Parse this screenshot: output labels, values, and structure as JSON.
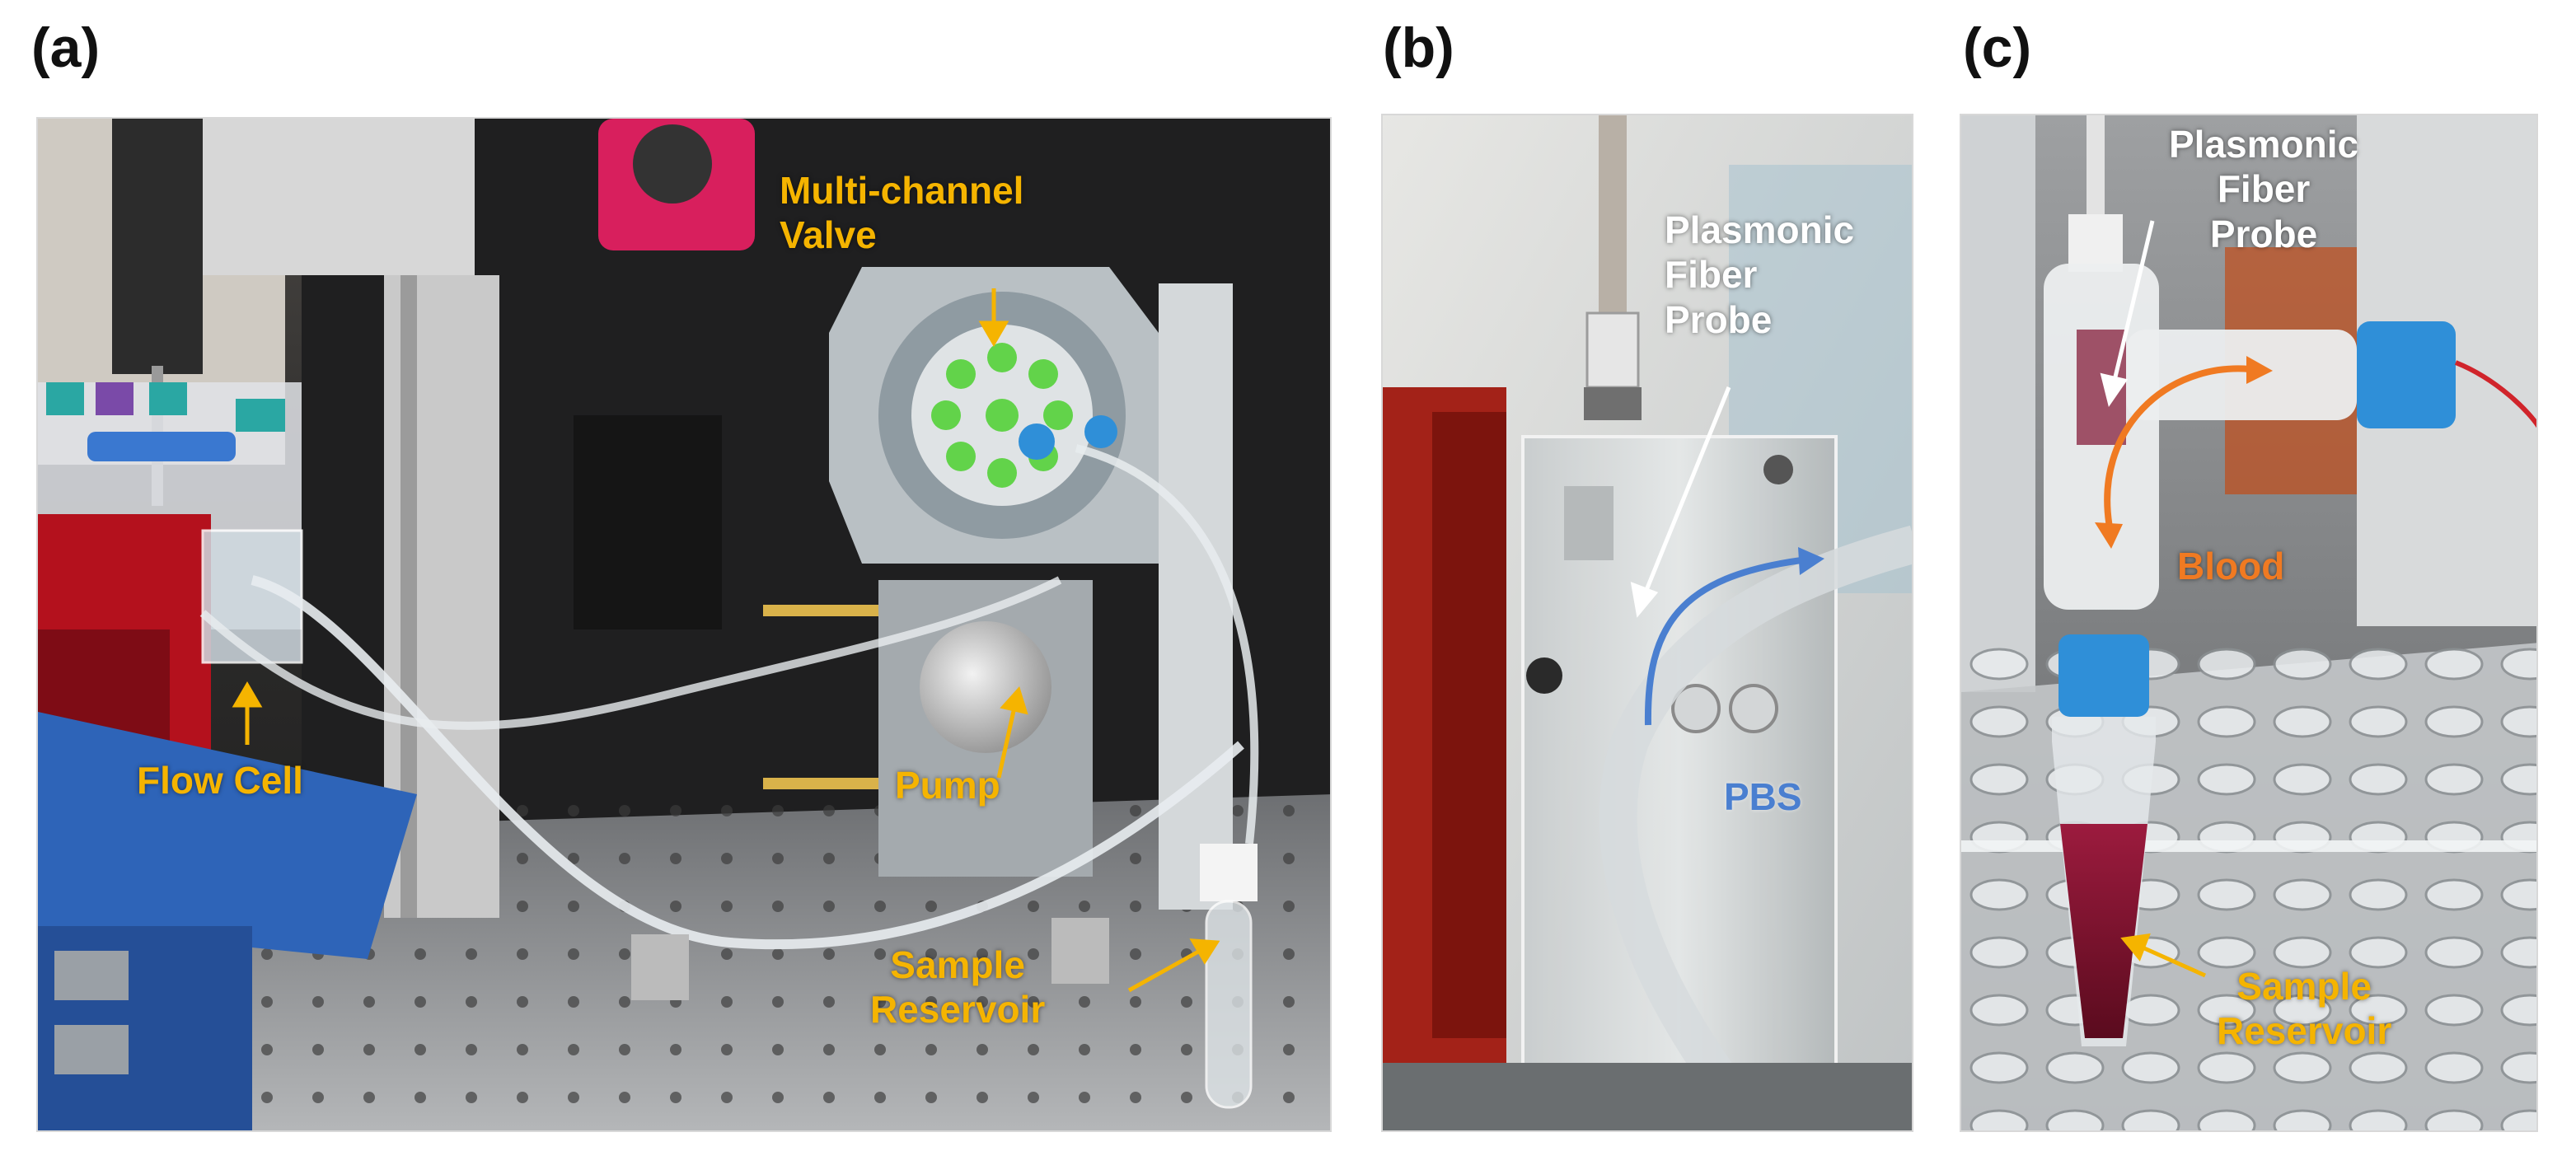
{
  "panels": [
    {
      "letter": "(a)",
      "labels": {
        "multichannel_valve": [
          "Multi-channel",
          "Valve"
        ],
        "flow_cell": "Flow Cell",
        "pump": "Pump",
        "sample_reservoir": [
          "Sample",
          "Reservoir"
        ]
      }
    },
    {
      "letter": "(b)",
      "labels": {
        "plasmonic_fiber_probe": [
          "Plasmonic",
          "Fiber",
          "Probe"
        ],
        "pbs": "PBS"
      }
    },
    {
      "letter": "(c)",
      "labels": {
        "plasmonic_fiber_probe": [
          "Plasmonic",
          "Fiber",
          "Probe"
        ],
        "blood": "Blood",
        "sample_reservoir": [
          "Sample",
          "Reservoir"
        ]
      }
    }
  ],
  "colors": {
    "label_yellow": "#f5b400",
    "label_white": "#ffffff",
    "label_orange": "#f07a22",
    "label_blue": "#4a7fd0",
    "arrow_blue": "#4a7fd0",
    "arrow_orange": "#f07a22"
  }
}
